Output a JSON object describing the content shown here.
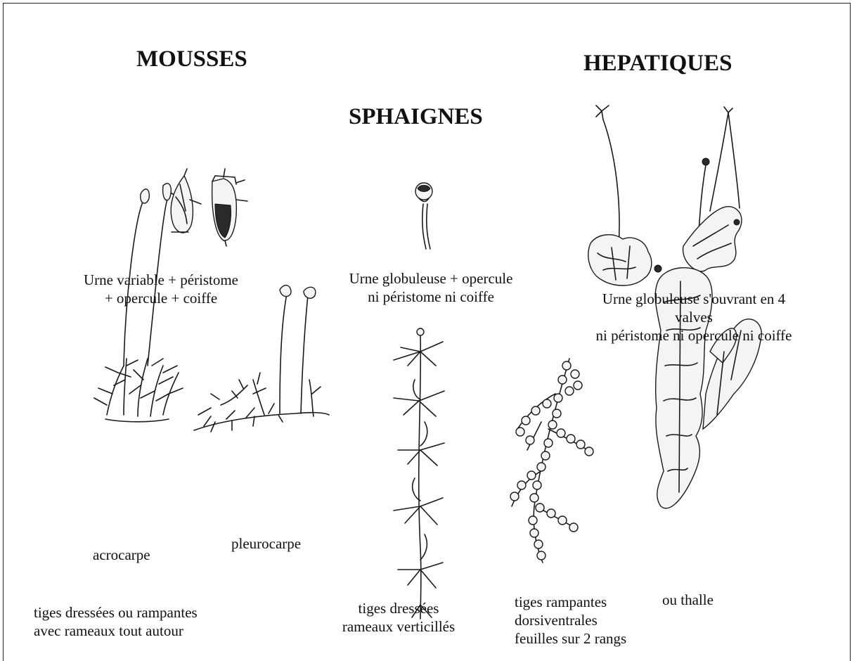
{
  "headings": {
    "mousses": "MOUSSES",
    "sphaignes": "SPHAIGNES",
    "hepatiques": "HEPATIQUES"
  },
  "captions": {
    "mousses_urne": [
      "Urne variable + péristome",
      "+ opercule + coiffe"
    ],
    "sphaignes_urne": [
      "Urne globuleuse + opercule",
      "ni péristome ni coiffe"
    ],
    "hepatiques_urne": [
      "Urne globuleuse s'ouvrant en 4",
      "valves",
      "ni péristome ni opercule  ni coiffe"
    ],
    "acrocarpe": "acrocarpe",
    "pleurocarpe": "pleurocarpe",
    "mousses_tiges": [
      "tiges dressées ou rampantes",
      "avec rameaux tout autour"
    ],
    "sphaignes_tiges": [
      "tiges dressées",
      "rameaux verticillés"
    ],
    "hepatiques_tiges": [
      "tiges rampantes",
      "dorsiventrales",
      "feuilles sur 2 rangs"
    ],
    "thalle": "ou thalle"
  }
}
